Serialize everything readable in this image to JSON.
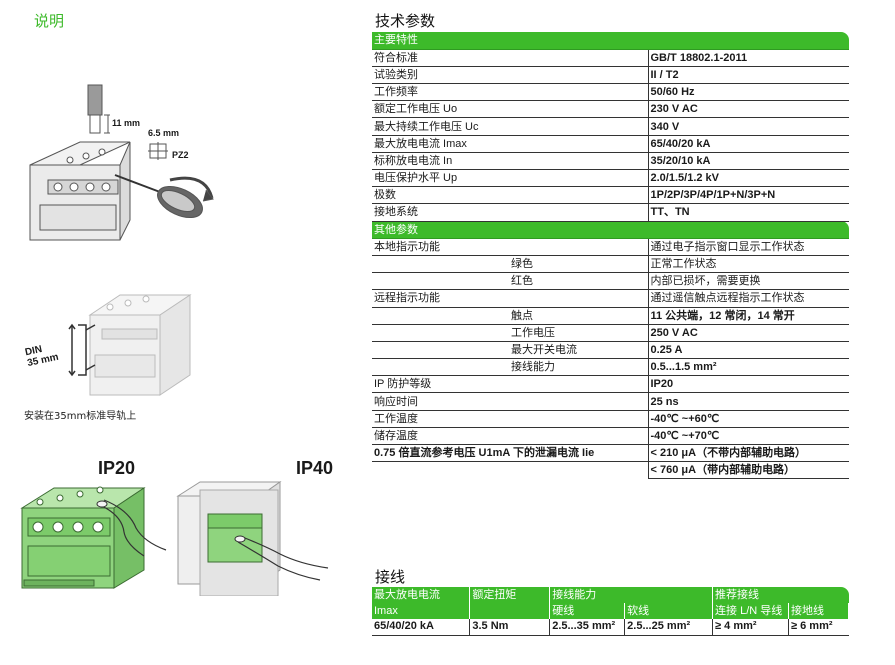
{
  "left": {
    "title": "说明",
    "dim_wire": "11 mm",
    "dim_screw": "6.5 mm",
    "screwdriver": "PZ2",
    "din_label_1": "DIN",
    "din_label_2": "35 mm",
    "din_caption": "安装在35mm标准导轨上",
    "ip20": "IP20",
    "ip40": "IP40"
  },
  "specs": {
    "title": "技术参数",
    "section_main": "主要特性",
    "main_rows": [
      {
        "label": "符合标准",
        "value": "GB/T 18802.1-2011"
      },
      {
        "label": "试验类别",
        "value": "II / T2"
      },
      {
        "label": "工作频率",
        "value": "50/60 Hz"
      },
      {
        "label": "额定工作电压 Uo",
        "value": "230 V AC"
      },
      {
        "label": "最大持续工作电压 Uc",
        "value": "340 V"
      },
      {
        "label": "最大放电电流 Imax",
        "value": "65/40/20 kA"
      },
      {
        "label": "标称放电电流 In",
        "value": "35/20/10 kA"
      },
      {
        "label": "电压保护水平 Up",
        "value": "2.0/1.5/1.2 kV"
      },
      {
        "label": "极数",
        "value": "1P/2P/3P/4P/1P+N/3P+N"
      },
      {
        "label": "接地系统",
        "value": "TT、TN"
      }
    ],
    "section_other": "其他参数",
    "local": {
      "label": "本地指示功能",
      "value": "通过电子指示窗口显示工作状态",
      "green": "绿色",
      "green_value": "正常工作状态",
      "red": "红色",
      "red_value": "内部已损坏，需要更换"
    },
    "remote": {
      "label": "远程指示功能",
      "value": "通过遥信触点远程指示工作状态",
      "contact": "触点",
      "contact_value": "11 公共端，12 常闭，14 常开",
      "voltage": "工作电压",
      "voltage_value": "250 V AC",
      "current": "最大开关电流",
      "current_value": "0.25 A",
      "capacity": "接线能力",
      "capacity_value": "0.5...1.5 mm²"
    },
    "other_rows": [
      {
        "label": "IP 防护等级",
        "value": "IP20"
      },
      {
        "label": "响应时间",
        "value": "25 ns"
      },
      {
        "label": "工作温度",
        "value": "-40℃ ~+60℃"
      },
      {
        "label": "储存温度",
        "value": "-40℃ ~+70℃"
      }
    ],
    "leakage": {
      "label": "0.75 倍直流参考电压 U1mA 下的泄漏电流 Iie",
      "value1": "< 210 μA（不带内部辅助电路）",
      "value2": "< 760 μA（带内部辅助电路）"
    }
  },
  "wiring": {
    "title": "接线",
    "h_imax": "最大放电电流",
    "h_imax_sub": "Imax",
    "h_torque": "额定扭矩",
    "h_capacity": "接线能力",
    "h_hard": "硬线",
    "h_soft": "软线",
    "h_recommend": "推荐接线",
    "h_ln": "连接 L/N 导线",
    "h_ground": "接地线",
    "v_imax": "65/40/20 kA",
    "v_torque": "3.5 Nm",
    "v_hard": "2.5...35 mm²",
    "v_soft": "2.5...25 mm²",
    "v_ln": "≥ 4 mm²",
    "v_ground": "≥ 6 mm²"
  },
  "colors": {
    "accent": "#3dba2a",
    "module_green": "#8fd47e"
  }
}
